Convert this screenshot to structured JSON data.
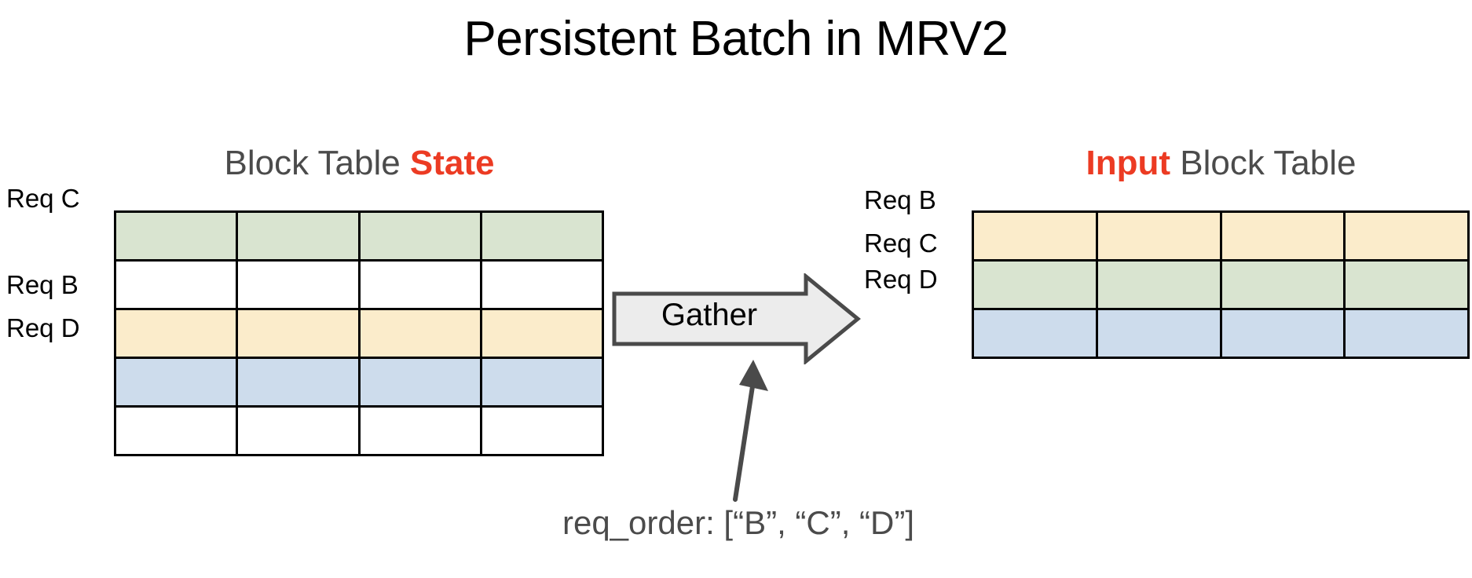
{
  "title": "Persistent Batch in MRV2",
  "headings": {
    "left": {
      "plain_prefix": "Block Table ",
      "accent": "State",
      "accent_color": "#ec3b23"
    },
    "right": {
      "accent": "Input",
      "plain_suffix": " Block Table",
      "accent_color": "#ec3b23"
    }
  },
  "state_table": {
    "name": "Block Table State",
    "columns": 4,
    "rows": [
      {
        "label": "Req C",
        "fill": "green",
        "color": "#d9e4d0"
      },
      {
        "label": "",
        "fill": "empty",
        "color": "#ffffff"
      },
      {
        "label": "Req B",
        "fill": "cream",
        "color": "#fbeccb"
      },
      {
        "label": "Req D",
        "fill": "blue",
        "color": "#cddcec"
      },
      {
        "label": "",
        "fill": "empty",
        "color": "#ffffff"
      }
    ]
  },
  "input_table": {
    "name": "Input Block Table",
    "columns": 4,
    "rows": [
      {
        "label": "Req B",
        "fill": "cream",
        "color": "#fbeccb"
      },
      {
        "label": "Req C",
        "fill": "green",
        "color": "#d9e4d0"
      },
      {
        "label": "Req D",
        "fill": "blue",
        "color": "#cddcec"
      }
    ]
  },
  "gather": {
    "label": "Gather",
    "fill": "#ececec",
    "stroke": "#4a4a4a"
  },
  "callout": {
    "text": "req_order: [“B”, “C”, “D”]",
    "color": "#4b4b4b",
    "pointer_color": "#4a4a4a"
  }
}
